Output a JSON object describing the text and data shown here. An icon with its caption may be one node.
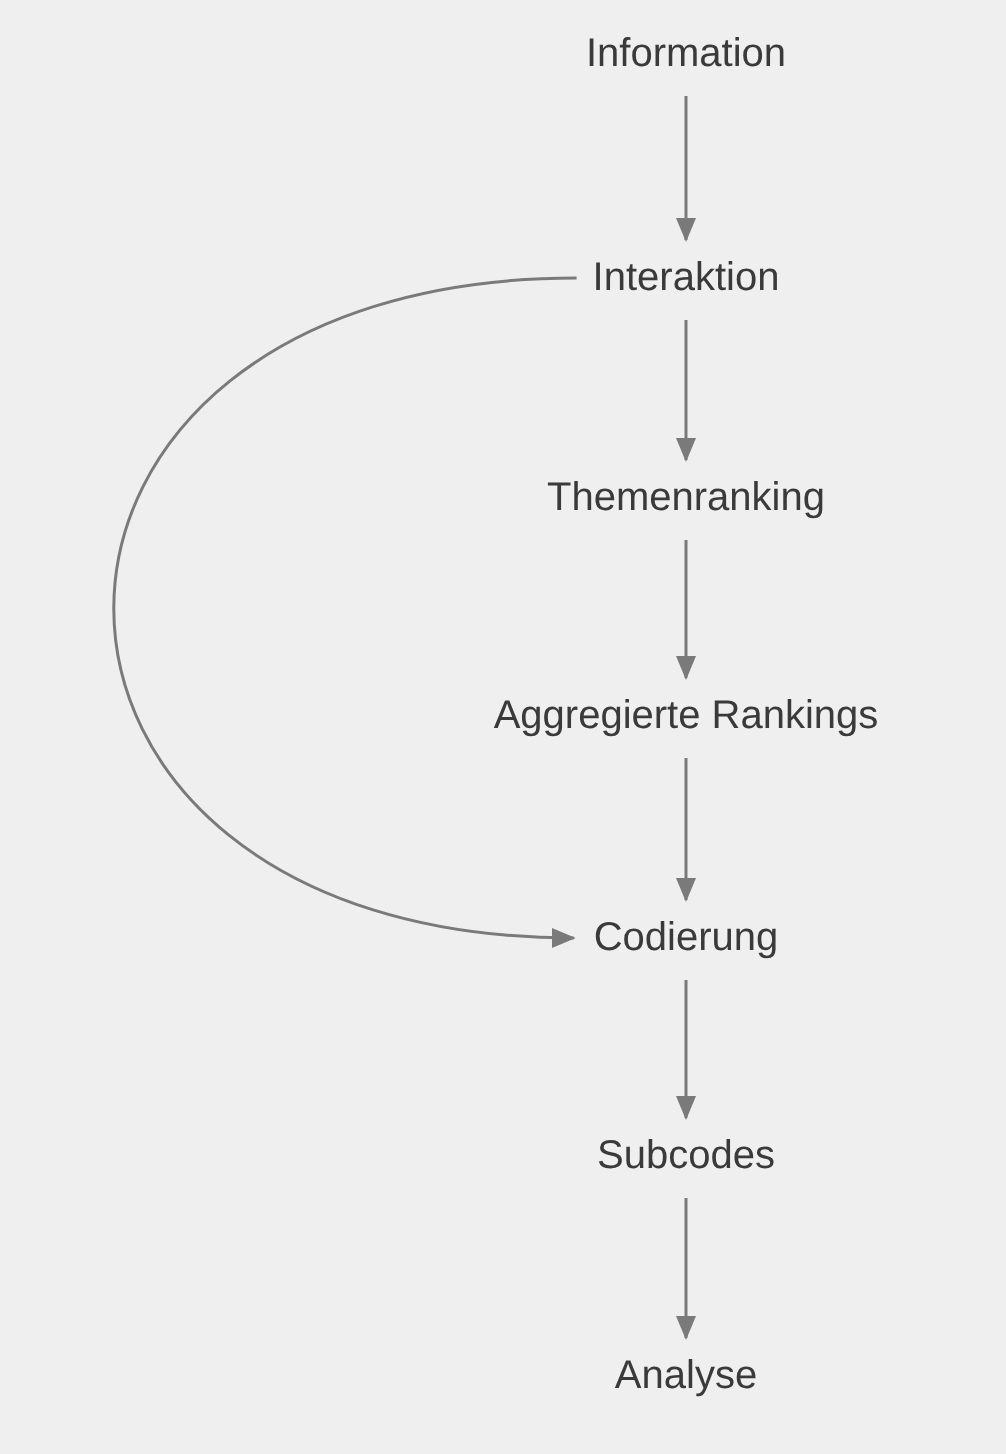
{
  "diagram": {
    "nodes": [
      {
        "text": [
          "Information"
        ]
      },
      {
        "text": [
          "Interaktion"
        ]
      },
      {
        "text": [
          "Themenranking"
        ]
      },
      {
        "text": [
          "Aggregierte Rankings"
        ]
      },
      {
        "text": [
          "Codierung"
        ]
      },
      {
        "text": [
          "Subcodes"
        ]
      },
      {
        "text": [
          "Analyse"
        ]
      }
    ],
    "edges": [
      {
        "from": 0,
        "to": 1,
        "arrow": "to"
      },
      {
        "from": 1,
        "to": 2,
        "arrow": "to"
      },
      {
        "from": 2,
        "to": 3,
        "arrow": "to"
      },
      {
        "from": 3,
        "to": 4,
        "arrow": "to"
      },
      {
        "from": 4,
        "to": 5,
        "arrow": "to"
      },
      {
        "from": 5,
        "to": 6,
        "arrow": "to"
      },
      {
        "from": 1,
        "to": 4,
        "arrow": "to"
      }
    ]
  }
}
